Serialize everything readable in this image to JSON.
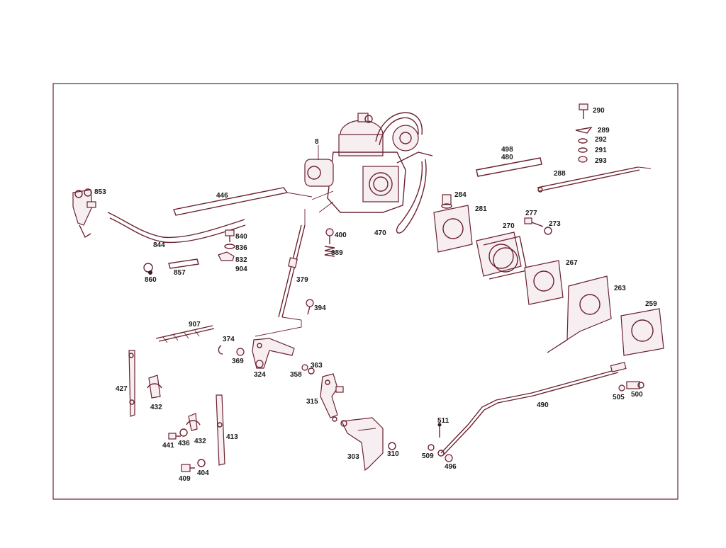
{
  "diagram": {
    "labels": {
      "p8": "8",
      "p853": "853",
      "p446": "446",
      "p844": "844",
      "p840": "840",
      "p836": "836",
      "p832": "832",
      "p904": "904",
      "p857": "857",
      "p860": "860",
      "p400": "400",
      "p389": "389",
      "p470": "470",
      "p379": "379",
      "p394": "394",
      "p907": "907",
      "p374": "374",
      "p369": "369",
      "p324": "324",
      "p358": "358",
      "p363": "363",
      "p315": "315",
      "p303": "303",
      "p310": "310",
      "p427": "427",
      "p432a": "432",
      "p432b": "432",
      "p441": "441",
      "p436": "436",
      "p413": "413",
      "p409": "409",
      "p404": "404",
      "p290": "290",
      "p289": "289",
      "p292": "292",
      "p291": "291",
      "p293": "293",
      "p498": "498",
      "p480": "480",
      "p288": "288",
      "p284": "284",
      "p281": "281",
      "p277": "277",
      "p273": "273",
      "p270": "270",
      "p267": "267",
      "p263": "263",
      "p259": "259",
      "p490": "490",
      "p505": "505",
      "p500": "500",
      "p511": "511",
      "p509": "509",
      "p496": "496"
    }
  }
}
